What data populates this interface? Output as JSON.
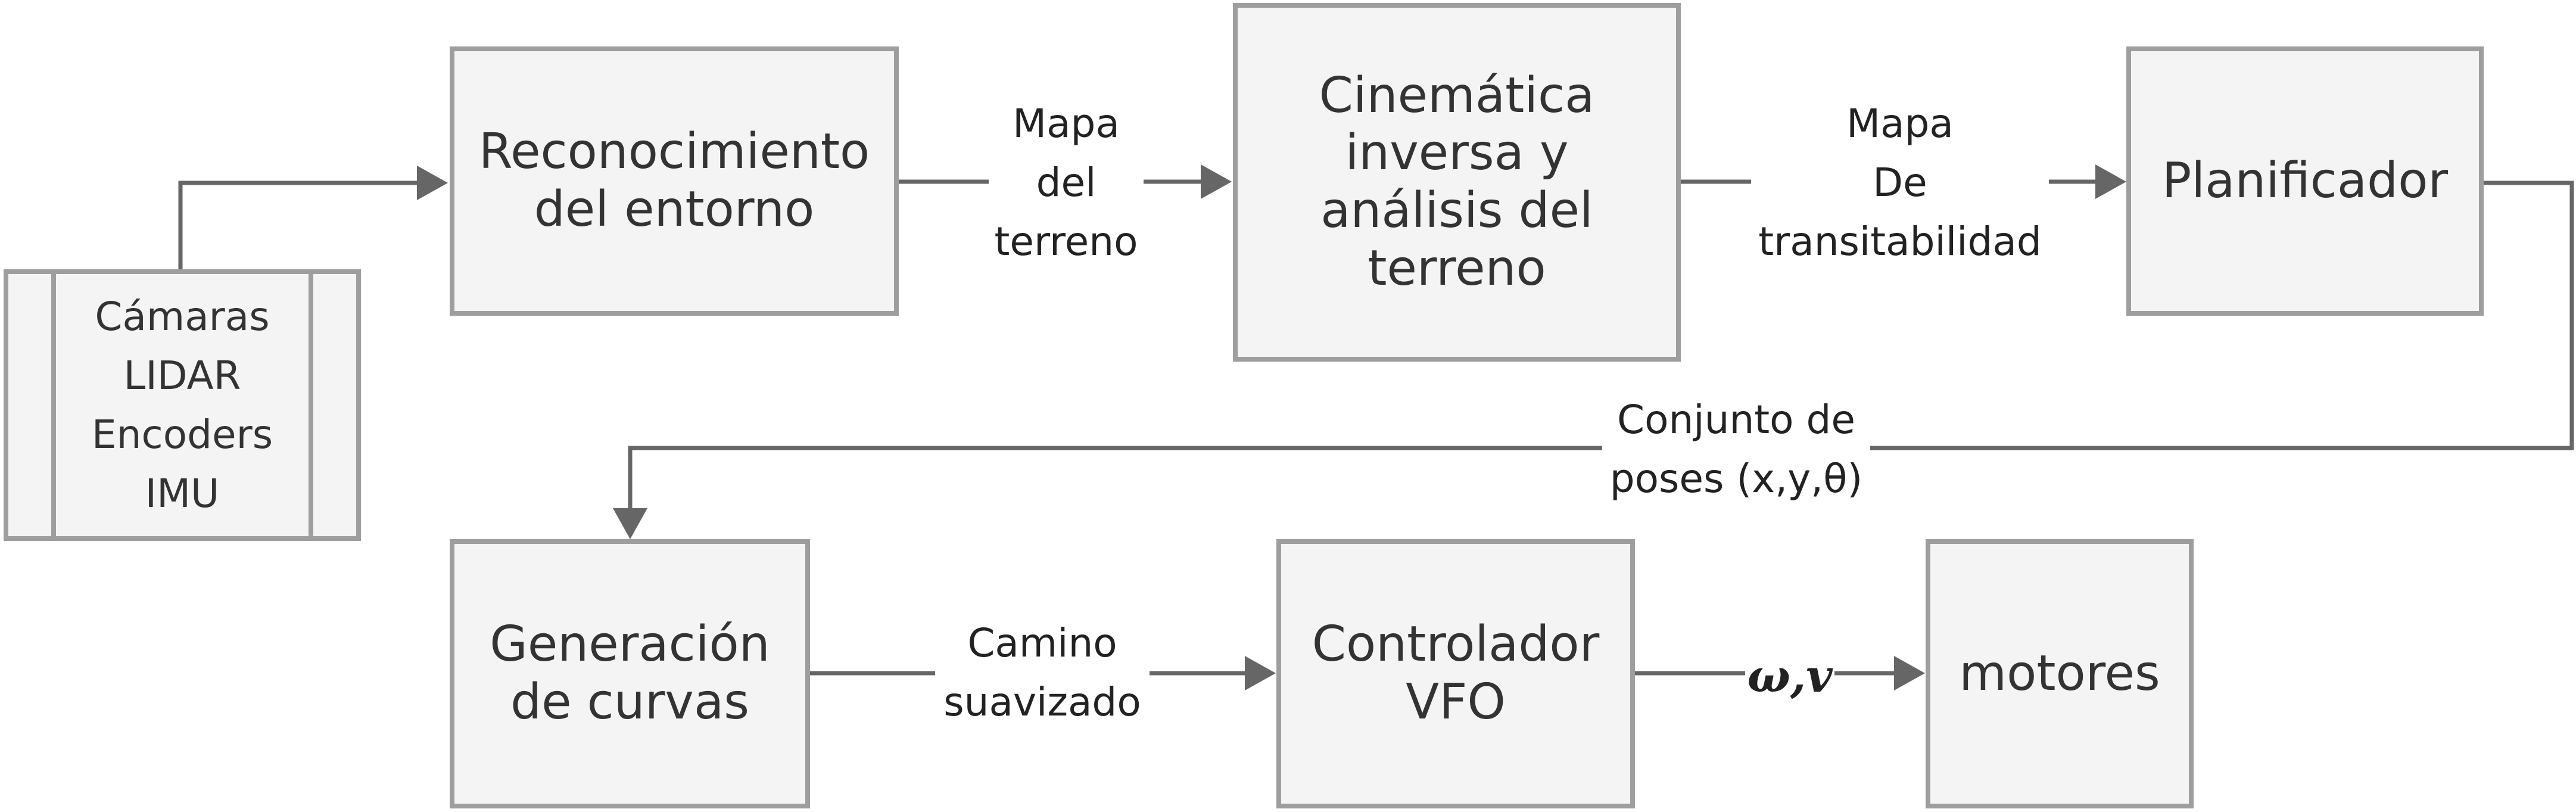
{
  "colors": {
    "line": "#666666",
    "box_border": "#9e9e9e",
    "box_fill": "#f4f4f4",
    "text": "#333333"
  },
  "sensors": {
    "items": [
      "Cámaras",
      "LIDAR",
      "Encoders",
      "IMU"
    ]
  },
  "blocks": {
    "reconocimiento": [
      "Reconocimiento",
      "del entorno"
    ],
    "cinematica": [
      "Cinemática",
      "inversa y",
      "análisis del",
      "terreno"
    ],
    "planificador": [
      "Planificador"
    ],
    "generacion": [
      "Generación",
      "de curvas"
    ],
    "controlador": [
      "Controlador",
      "VFO"
    ],
    "motores": [
      "motores"
    ]
  },
  "edges": {
    "mapa_terreno": [
      "Mapa",
      "del",
      "terreno"
    ],
    "mapa_transitabilidad": [
      "Mapa",
      "De",
      "transitabilidad"
    ],
    "conjunto_poses": [
      "Conjunto de",
      "poses (x,y,θ)"
    ],
    "camino": [
      "Camino",
      "suavizado"
    ],
    "omega_v": "ω,v"
  }
}
